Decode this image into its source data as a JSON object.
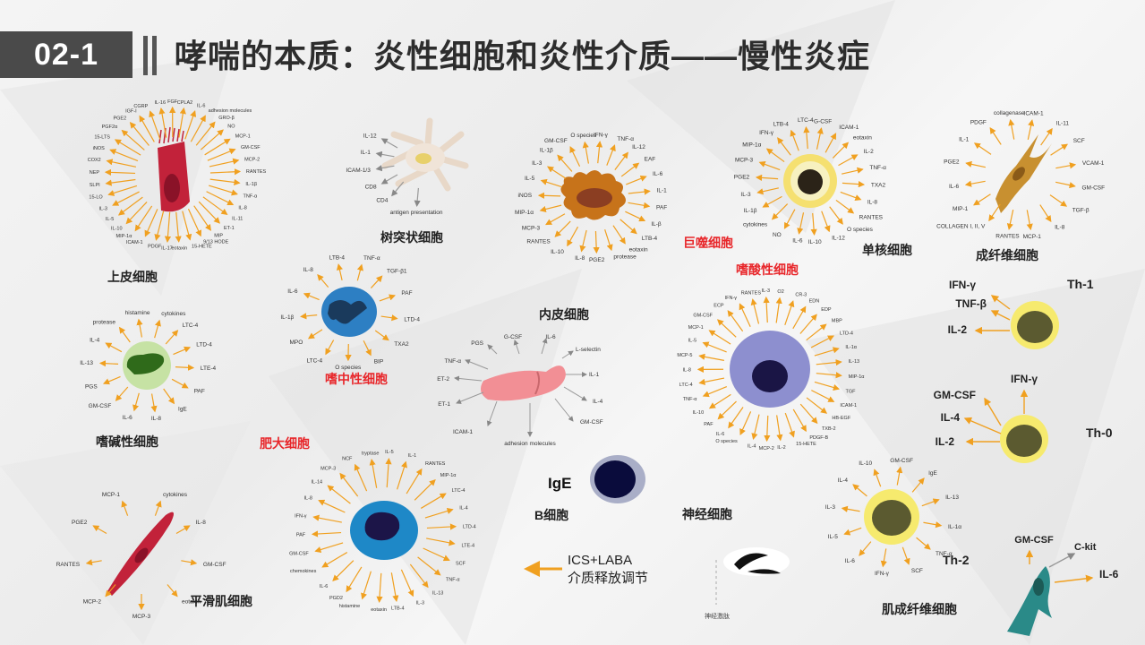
{
  "header": {
    "section": "02-1",
    "title": "哮喘的本质：炎性细胞和炎性介质——慢性炎症"
  },
  "colors": {
    "arrow": "#f0a020",
    "red_label": "#e8262a"
  },
  "cells": [
    {
      "id": "epithelial",
      "name": "上皮细胞",
      "label_color": "normal",
      "mediators": [
        "IL-16",
        "FGF",
        "CPLA2",
        "IL-6",
        "adhesion molecules",
        "GRO-β",
        "NO",
        "MCP-1",
        "GM-CSF",
        "MCP-2",
        "RANTES",
        "IL-1β",
        "TNF-α",
        "IL-8",
        "IL-11",
        "ET-1",
        "MIP",
        "9/13 HODE",
        "15-HETE",
        "eotaxin",
        "IL-17",
        "PDGF",
        "ICAM-1",
        "MIP-1α",
        "IL-10",
        "IL-5",
        "IL-3",
        "15-LO",
        "SLPI",
        "NEP",
        "COX2",
        "iNOS",
        "15-LTS",
        "PGF2α",
        "PGE2",
        "IGF-I",
        "CGRP"
      ]
    },
    {
      "id": "dendritic",
      "name": "树突状细胞",
      "label_color": "normal",
      "mediators": [
        "IL-12",
        "IL-1",
        "ICAM-1/3",
        "CD8",
        "CD4",
        "antigen presentation"
      ]
    },
    {
      "id": "endothelial",
      "name": "内皮细胞",
      "label_color": "normal",
      "mediators": [
        "O species",
        "IFN-γ",
        "TNF-α",
        "IL-12",
        "EAF",
        "IL-6",
        "IL-1",
        "PAF",
        "IL-β",
        "LTB-4",
        "eotaxin",
        "protease",
        "PGE2",
        "IL-8",
        "IL-10",
        "RANTES",
        "MCP-3",
        "MIP-1α",
        "iNOS",
        "IL-5",
        "IL-3",
        "IL-1β",
        "GM-CSF"
      ]
    },
    {
      "id": "macrophage",
      "name": "巨噬细胞",
      "label_color": "red",
      "mediators": []
    },
    {
      "id": "monocyte",
      "name": "单核细胞",
      "label_color": "normal",
      "mediators": [
        "G-CSF",
        "ICAM-1",
        "eotaxin",
        "IL-2",
        "TNF-α",
        "TXA2",
        "IL-8",
        "RANTES",
        "O species",
        "IL-12",
        "IL-10",
        "IL-6",
        "NO",
        "cytokines",
        "IL-1β",
        "IL-3",
        "PGE2",
        "MCP-3",
        "MIP-1α",
        "IFN-γ",
        "LTB-4",
        "LTC-4"
      ]
    },
    {
      "id": "fibroblast",
      "name": "成纤维细胞",
      "label_color": "normal",
      "mediators": [
        "ICAM-1",
        "IL-11",
        "SCF",
        "VCAM-1",
        "GM-CSF",
        "TGF-β",
        "IL-8",
        "MCP-1",
        "RANTES",
        "COLLAGEN I, II, V",
        "MIP-1",
        "IL-6",
        "PGE2",
        "IL-1",
        "PDGF",
        "collagenase"
      ]
    },
    {
      "id": "basophil",
      "name": "嗜碱性细胞",
      "label_color": "normal",
      "mediators": [
        "histamine",
        "cytokines",
        "LTC-4",
        "LTD-4",
        "LTE-4",
        "PAF",
        "IgE",
        "IL-8",
        "IL-6",
        "GM-CSF",
        "PGS",
        "IL-13",
        "IL-4",
        "protease"
      ]
    },
    {
      "id": "neutrophil",
      "name": "嗜中性细胞",
      "label_color": "red",
      "mediators": [
        "TNF-α",
        "TGF-β1",
        "PAF",
        "LTD-4",
        "TXA2",
        "BIP",
        "O species",
        "LTC-4",
        "MPO",
        "IL-1β",
        "IL-6",
        "IL-8",
        "LTB-4"
      ]
    },
    {
      "id": "eosinophil",
      "name": "嗜酸性细胞",
      "label_color": "red",
      "mediators": [
        "IL-3",
        "O2",
        "CR-3",
        "EDN",
        "EDP",
        "MBP",
        "LTD-4",
        "IL-1α",
        "IL-13",
        "MIP-1α",
        "TGF",
        "ICAM-1",
        "HB-EGF",
        "TXB-2",
        "PDGF-B",
        "15-HETE",
        "IL-2",
        "MCP-2",
        "IL-4",
        "O species",
        "IL-6",
        "PAF",
        "IL-10",
        "TNF-α",
        "LTC-4",
        "IL-8",
        "MCP-5",
        "IL-5",
        "MCP-1",
        "GM-CSF",
        "ECP",
        "IFN-γ",
        "RANTES"
      ]
    },
    {
      "id": "smooth_muscle",
      "name": "平滑肌细胞",
      "label_color": "normal",
      "mediators": [
        "MCP-1",
        "cytokines",
        "IL-8",
        "GM-CSF",
        "eotaxin",
        "MCP-3",
        "MCP-2",
        "RANTES",
        "PGE2"
      ]
    },
    {
      "id": "mast",
      "name": "肥大细胞",
      "label_color": "red",
      "mediators": [
        "tryptase",
        "IL-5",
        "IL-1",
        "RANTES",
        "MIP-1α",
        "LTC-4",
        "IL-4",
        "LTD-4",
        "LTE-4",
        "SCF",
        "TNF-α",
        "IL-13",
        "IL-3",
        "LTB-4",
        "eotaxin",
        "histamine",
        "PGD2",
        "IL-6",
        "chemokines",
        "GM-CSF",
        "PAF",
        "IFN-γ",
        "IL-8",
        "IL-14",
        "MCP-3",
        "NCF"
      ]
    },
    {
      "id": "b_cell",
      "name": "B细胞",
      "label_color": "normal",
      "mediators": [
        "IgE"
      ]
    },
    {
      "id": "nerve",
      "name": "神经细胞",
      "label_color": "normal",
      "mediators": [
        "神经激肽"
      ]
    },
    {
      "id": "th1",
      "name": "Th-1",
      "label_color": "normal",
      "mediators": [
        "IFN-γ",
        "TNF-β",
        "IL-2"
      ]
    },
    {
      "id": "th0",
      "name": "Th-0",
      "label_color": "normal",
      "mediators": [
        "IFN-γ",
        "GM-CSF",
        "IL-4",
        "IL-2"
      ]
    },
    {
      "id": "th2",
      "name": "Th-2",
      "label_color": "normal",
      "mediators": [
        "GM-CSF",
        "IgE",
        "IL-13",
        "IL-1α",
        "TNF-α",
        "SCF",
        "IFN-γ",
        "IL-6",
        "IL-5",
        "IL-3",
        "IL-4",
        "IL-10"
      ]
    },
    {
      "id": "myofibroblast",
      "name": "肌成纤维细胞",
      "label_color": "normal",
      "mediators": [
        "GM-CSF",
        "C-kit",
        "IL-6"
      ]
    }
  ],
  "endothelial_mediators": [
    "PGS",
    "G-CSF",
    "IL-6",
    "L-selectin",
    "IL-1",
    "IL-4",
    "GM-CSF",
    "adhesion molecules",
    "ICAM-1",
    "ET-1",
    "ET-2",
    "TNF-α"
  ],
  "note": {
    "line1": "ICS+LABA",
    "line2": "介质释放调节"
  }
}
